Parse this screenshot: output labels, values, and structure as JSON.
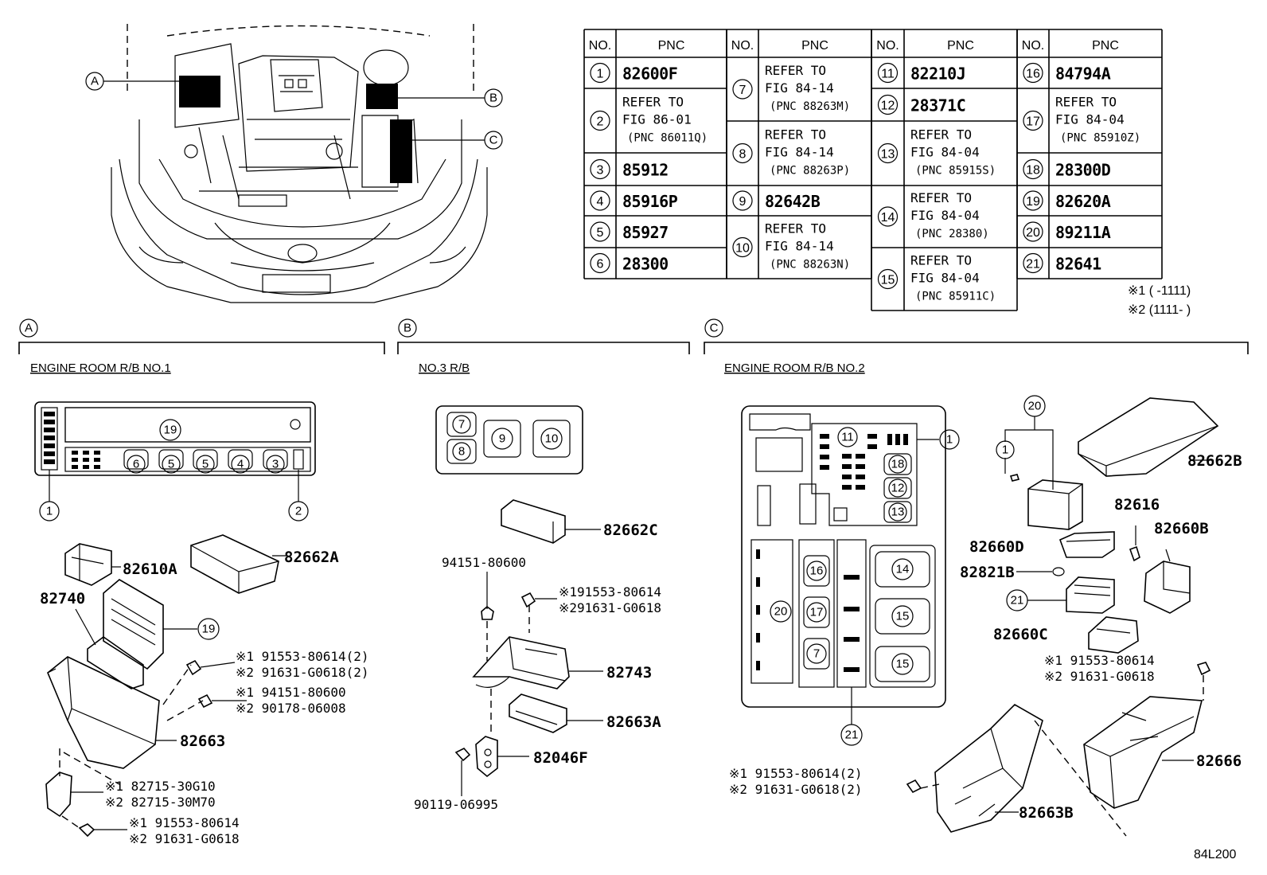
{
  "table": {
    "headers": {
      "no": "NO.",
      "pnc": "PNC"
    },
    "rows": [
      {
        "no": "1",
        "pnc": "82600F"
      },
      {
        "no": "2",
        "ref": [
          "REFER TO",
          "FIG 86-01",
          "(PNC 86011Q)"
        ]
      },
      {
        "no": "3",
        "pnc": "85912"
      },
      {
        "no": "4",
        "pnc": "85916P"
      },
      {
        "no": "5",
        "pnc": "85927"
      },
      {
        "no": "6",
        "pnc": "28300"
      },
      {
        "no": "7",
        "ref": [
          "REFER TO",
          "FIG 84-14",
          "(PNC 88263M)"
        ]
      },
      {
        "no": "8",
        "ref": [
          "REFER TO",
          "FIG 84-14",
          "(PNC 88263P)"
        ]
      },
      {
        "no": "9",
        "pnc": "82642B"
      },
      {
        "no": "10",
        "ref": [
          "REFER TO",
          "FIG 84-14",
          "(PNC 88263N)"
        ]
      },
      {
        "no": "11",
        "pnc": "82210J"
      },
      {
        "no": "12",
        "pnc": "28371C"
      },
      {
        "no": "13",
        "ref": [
          "REFER TO",
          "FIG 84-04",
          "(PNC 85915S)"
        ]
      },
      {
        "no": "14",
        "ref": [
          "REFER TO",
          "FIG 84-04",
          "(PNC 28380)"
        ]
      },
      {
        "no": "15",
        "ref": [
          "REFER TO",
          "FIG 84-04",
          "(PNC 85911C)"
        ]
      },
      {
        "no": "16",
        "pnc": "84794A"
      },
      {
        "no": "17",
        "ref": [
          "REFER TO",
          "FIG 84-04",
          "(PNC 85910Z)"
        ]
      },
      {
        "no": "18",
        "pnc": "28300D"
      },
      {
        "no": "19",
        "pnc": "82620A"
      },
      {
        "no": "20",
        "pnc": "89211A"
      },
      {
        "no": "21",
        "pnc": "82641"
      }
    ]
  },
  "notes": [
    "※1 (      -1111)",
    "※2 (1111-      )"
  ],
  "sections": {
    "a": {
      "letter": "A",
      "title": "ENGINE ROOM R/B NO.1"
    },
    "b": {
      "letter": "B",
      "title": "NO.3 R/B"
    },
    "c": {
      "letter": "C",
      "title": "ENGINE ROOM R/B NO.2"
    }
  },
  "overview_callouts": [
    "A",
    "B",
    "C"
  ],
  "a_circles": [
    "19",
    "6",
    "5",
    "5",
    "4",
    "3",
    "1",
    "2",
    "19"
  ],
  "b_circles": [
    "7",
    "8",
    "9",
    "10"
  ],
  "c_circles": [
    "11",
    "1",
    "18",
    "12",
    "13",
    "16",
    "14",
    "20",
    "17",
    "15",
    "7",
    "15",
    "21",
    "20",
    "1",
    "21"
  ],
  "a_parts": {
    "p82662A": "82662A",
    "p82610A": "82610A",
    "p82740": "82740",
    "b1": "※1 91553-80614(2)",
    "b2": "※2 91631-G0618(2)",
    "n1": "※1  94151-80600",
    "n2": "※2  90178-06008",
    "p82663": "82663",
    "k1": "※1 82715-30G10",
    "k2": "※2 82715-30M70",
    "s1": "※1  91553-80614",
    "s2": "※2  91631-G0618"
  },
  "b_parts": {
    "p82662C": "82662C",
    "p94151": "94151-80600",
    "b1": "※191553-80614",
    "b2": "※291631-G0618",
    "p82743": "82743",
    "p82663A": "82663A",
    "p82046F": "82046F",
    "p90119": "90119-06995"
  },
  "c_parts": {
    "p82662B": "82662B",
    "p82616": "82616",
    "p82660D": "82660D",
    "p82660B": "82660B",
    "p82821B": "82821B",
    "p82660C": "82660C",
    "b1": "※1 91553-80614",
    "b2": "※2 91631-G0618",
    "p82666": "82666",
    "s1": "※1 91553-80614(2)",
    "s2": "※2 91631-G0618(2)",
    "p82663B": "82663B"
  },
  "figure_code": "84L200"
}
